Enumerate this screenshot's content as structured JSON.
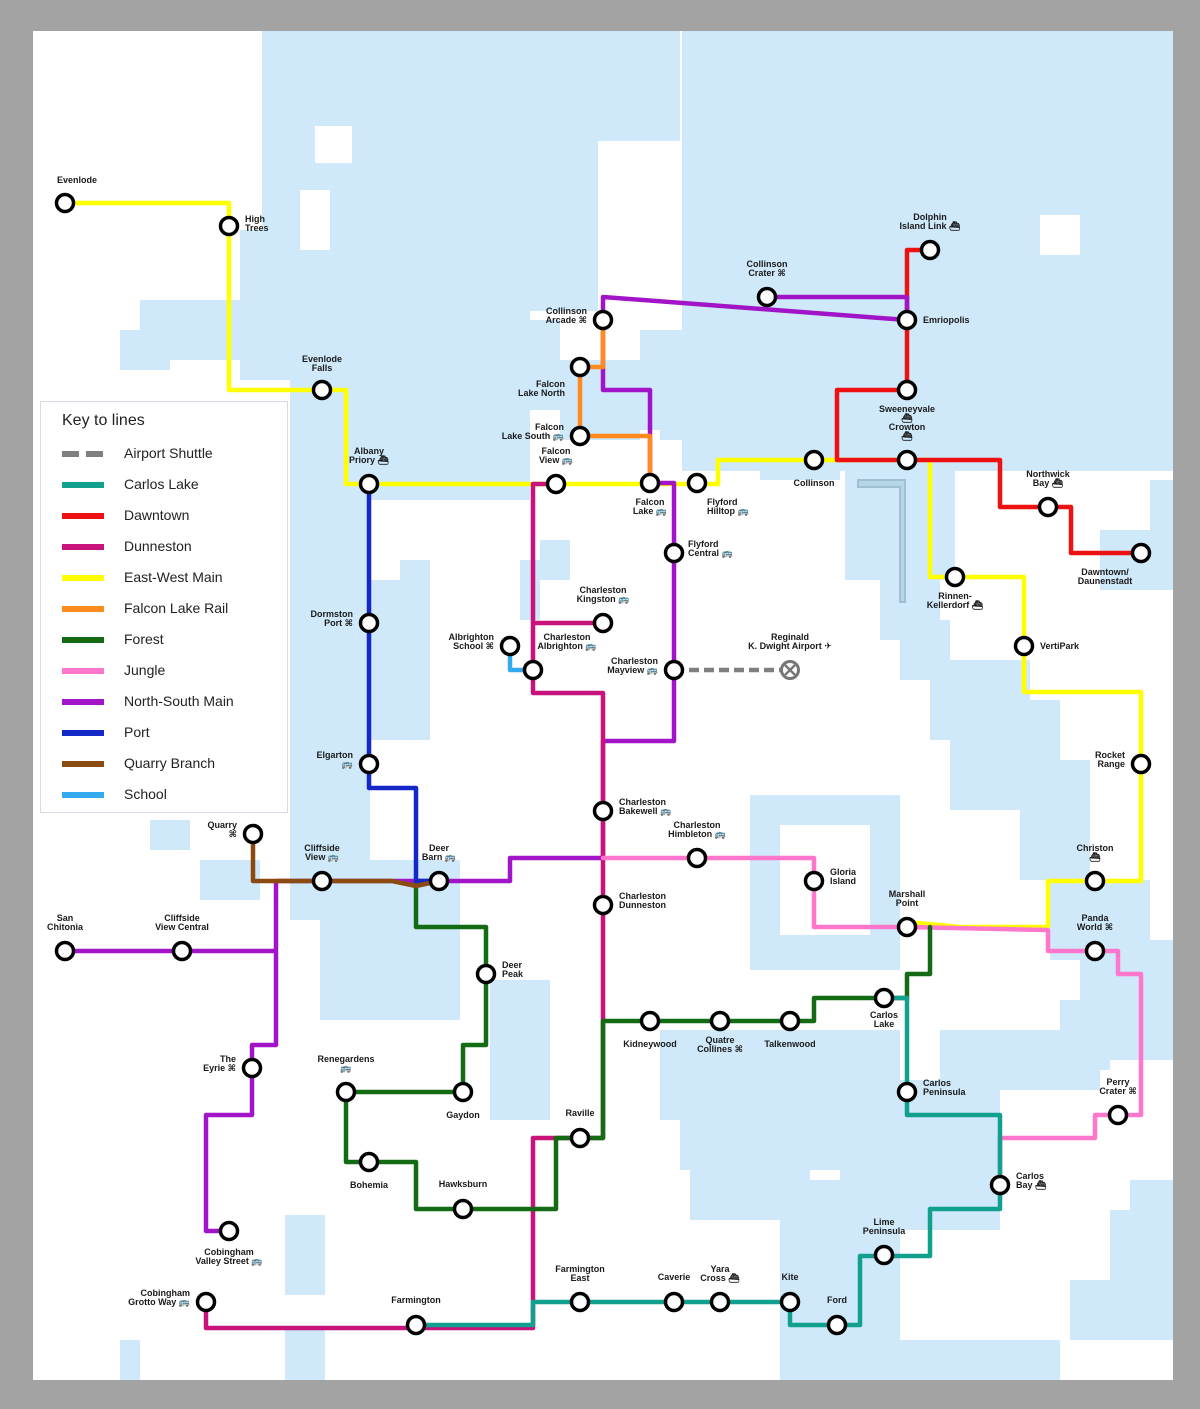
{
  "legend": {
    "title": "Key to lines",
    "items": [
      {
        "label": "Airport Shuttle",
        "color": "#7f7f7f",
        "style": "dashed"
      },
      {
        "label": "Carlos Lake",
        "color": "#119f8e",
        "style": "solid"
      },
      {
        "label": "Dawntown",
        "color": "#ee1111",
        "style": "solid"
      },
      {
        "label": "Dunneston",
        "color": "#c8137d",
        "style": "solid"
      },
      {
        "label": "East-West Main",
        "color": "#ffff00",
        "style": "solid"
      },
      {
        "label": "Falcon Lake Rail",
        "color": "#ff8a1d",
        "style": "solid"
      },
      {
        "label": "Forest",
        "color": "#136b14",
        "style": "solid"
      },
      {
        "label": "Jungle",
        "color": "#ff77cc",
        "style": "solid"
      },
      {
        "label": "North-South Main",
        "color": "#a214c8",
        "style": "solid"
      },
      {
        "label": "Port",
        "color": "#1428c8",
        "style": "solid"
      },
      {
        "label": "Quarry Branch",
        "color": "#8b4a10",
        "style": "solid"
      },
      {
        "label": "School",
        "color": "#33aaee",
        "style": "solid"
      }
    ]
  },
  "colors": {
    "water": "#cfe9fa",
    "land": "#ffffff",
    "frame": "#a3a3a3",
    "station_fill": "#ffffff",
    "station_stroke": "#000000"
  },
  "stations": [
    {
      "id": "evenlode",
      "label": [
        "Evenlode"
      ]
    },
    {
      "id": "high-trees",
      "label": [
        "High",
        "Trees"
      ]
    },
    {
      "id": "evenlode-falls",
      "label": [
        "Evenlode",
        "Falls"
      ]
    },
    {
      "id": "albany-priory",
      "label": [
        "Albany",
        "Priory ⛴"
      ]
    },
    {
      "id": "dormston-port",
      "label": [
        "Dormston",
        "Port ⌘"
      ]
    },
    {
      "id": "elgarton",
      "label": [
        "Elgarton",
        "🚌"
      ]
    },
    {
      "id": "quarry",
      "label": [
        "Quarry",
        "⌘"
      ]
    },
    {
      "id": "cliffside-view",
      "label": [
        "Cliffside",
        "View 🚌"
      ]
    },
    {
      "id": "deer-barn",
      "label": [
        "Deer",
        "Barn 🚌"
      ]
    },
    {
      "id": "san-chitonia",
      "label": [
        "San",
        "Chitonia"
      ]
    },
    {
      "id": "cliffside-view-central",
      "label": [
        "Cliffside",
        "View Central"
      ]
    },
    {
      "id": "deer-peak",
      "label": [
        "Deer",
        "Peak"
      ]
    },
    {
      "id": "the-eyrie",
      "label": [
        "The",
        "Eyrie ⌘"
      ]
    },
    {
      "id": "renegardens",
      "label": [
        "Renegardens",
        "🚌"
      ]
    },
    {
      "id": "gaydon",
      "label": [
        "Gaydon"
      ]
    },
    {
      "id": "bohemia",
      "label": [
        "Bohemia"
      ]
    },
    {
      "id": "hawksburn",
      "label": [
        "Hawksburn"
      ]
    },
    {
      "id": "cobingham-valley-street",
      "label": [
        "Cobingham",
        "Valley Street 🚌"
      ]
    },
    {
      "id": "cobingham-grotto-way",
      "label": [
        "Cobingham",
        "Grotto Way 🚌"
      ]
    },
    {
      "id": "farmington",
      "label": [
        "Farmington"
      ]
    },
    {
      "id": "farmington-east",
      "label": [
        "Farmington",
        "East"
      ]
    },
    {
      "id": "caverie",
      "label": [
        "Caverie"
      ]
    },
    {
      "id": "yara-cross",
      "label": [
        "Yara",
        "Cross ⛴"
      ]
    },
    {
      "id": "kite",
      "label": [
        "Kite"
      ]
    },
    {
      "id": "ford",
      "label": [
        "Ford"
      ]
    },
    {
      "id": "lime-peninsula",
      "label": [
        "Lime",
        "Peninsula"
      ]
    },
    {
      "id": "carlos-bay",
      "label": [
        "Carlos",
        "Bay ⛴"
      ]
    },
    {
      "id": "carlos-peninsula",
      "label": [
        "Carlos",
        "Peninsula"
      ]
    },
    {
      "id": "carlos-lake",
      "label": [
        "Carlos",
        "Lake"
      ]
    },
    {
      "id": "talkenwood",
      "label": [
        "Talkenwood"
      ]
    },
    {
      "id": "quatre-collines",
      "label": [
        "Quatre",
        "Collines ⌘"
      ]
    },
    {
      "id": "kidneywood",
      "label": [
        "Kidneywood"
      ]
    },
    {
      "id": "raville",
      "label": [
        "Raville"
      ]
    },
    {
      "id": "charleston-dunneston",
      "label": [
        "Charleston",
        "Dunneston"
      ]
    },
    {
      "id": "charleston-bakewell",
      "label": [
        "Charleston",
        "Bakewell 🚌"
      ]
    },
    {
      "id": "charleston-himbleton",
      "label": [
        "Charleston",
        "Himbleton 🚌"
      ]
    },
    {
      "id": "gloria-island",
      "label": [
        "Gloria",
        "Island"
      ]
    },
    {
      "id": "marshall-point",
      "label": [
        "Marshall",
        "Point"
      ]
    },
    {
      "id": "panda-world",
      "label": [
        "Panda",
        "World ⌘"
      ]
    },
    {
      "id": "perry-crater",
      "label": [
        "Perry",
        "Crater ⌘"
      ]
    },
    {
      "id": "christon",
      "label": [
        "Christon",
        "⛴"
      ]
    },
    {
      "id": "rocket-range",
      "label": [
        "Rocket",
        "Range"
      ]
    },
    {
      "id": "vertipark",
      "label": [
        "VertiPark"
      ]
    },
    {
      "id": "rinnen-kellerdorf",
      "label": [
        "Rinnen-",
        "Kellerdorf ⛴"
      ]
    },
    {
      "id": "dawntown-daunenstadt",
      "label": [
        "Dawntown/",
        "Daunenstadt"
      ]
    },
    {
      "id": "northwick-bay",
      "label": [
        "Northwick",
        "Bay ⛴"
      ]
    },
    {
      "id": "crowton",
      "label": [
        "Crowton",
        "⛴"
      ]
    },
    {
      "id": "sweeneyvale",
      "label": [
        "Sweeneyvale",
        "⛴"
      ]
    },
    {
      "id": "emriopolis",
      "label": [
        "Emriopolis"
      ]
    },
    {
      "id": "dolphin-island-link",
      "label": [
        "Dolphin",
        "Island Link ⛴"
      ]
    },
    {
      "id": "collinson-crater",
      "label": [
        "Collinson",
        "Crater ⌘"
      ]
    },
    {
      "id": "collinson-arcade",
      "label": [
        "Collinson",
        "Arcade ⌘"
      ]
    },
    {
      "id": "falcon-lake-north",
      "label": [
        "Falcon",
        "Lake North"
      ]
    },
    {
      "id": "falcon-lake-south",
      "label": [
        "Falcon",
        "Lake South 🚌"
      ]
    },
    {
      "id": "falcon-view",
      "label": [
        "Falcon",
        "View 🚌"
      ]
    },
    {
      "id": "falcon-lake",
      "label": [
        "Falcon",
        "Lake 🚌"
      ]
    },
    {
      "id": "flyford-hilltop",
      "label": [
        "Flyford",
        "Hilltop 🚌"
      ]
    },
    {
      "id": "collinson",
      "label": [
        "Collinson"
      ]
    },
    {
      "id": "flyford-central",
      "label": [
        "Flyford",
        "Central 🚌"
      ]
    },
    {
      "id": "charleston-kingston",
      "label": [
        "Charleston",
        "Kingston 🚌"
      ]
    },
    {
      "id": "charleston-albrighton",
      "label": [
        "Charleston",
        "Albrighton 🚌"
      ]
    },
    {
      "id": "albrighton-school",
      "label": [
        "Albrighton",
        "School ⌘"
      ]
    },
    {
      "id": "charleston-mayview",
      "label": [
        "Charleston",
        "Mayview 🚌"
      ]
    },
    {
      "id": "reginald-k-dwight-airport",
      "label": [
        "Reginald",
        "K. Dwight Airport ✈"
      ]
    }
  ]
}
